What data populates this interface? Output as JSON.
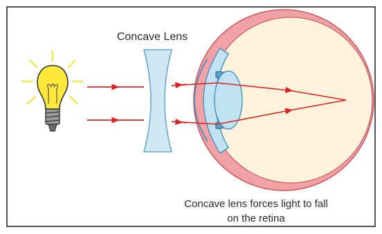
{
  "diagram": {
    "lens_label": "Concave Lens",
    "caption_line1": "Concave lens forces light to fall",
    "caption_line2": "on the retina"
  },
  "colors": {
    "frame": "#1a1a1a",
    "bulb_glass": "#ffe83a",
    "bulb_rays": "#f2e86a",
    "bulb_base": "#8c8c8c",
    "lens": "#cfe9f4",
    "lens_outline": "#6aa8c8",
    "sclera": "#f2a2a6",
    "eye_interior": "#fdf3dc",
    "cornea": "#bfe3f2",
    "iris": "#5aa2c8",
    "light_ray": "#e02020"
  },
  "icons": [
    "light-bulb-icon",
    "concave-lens",
    "eye-cross-section"
  ]
}
